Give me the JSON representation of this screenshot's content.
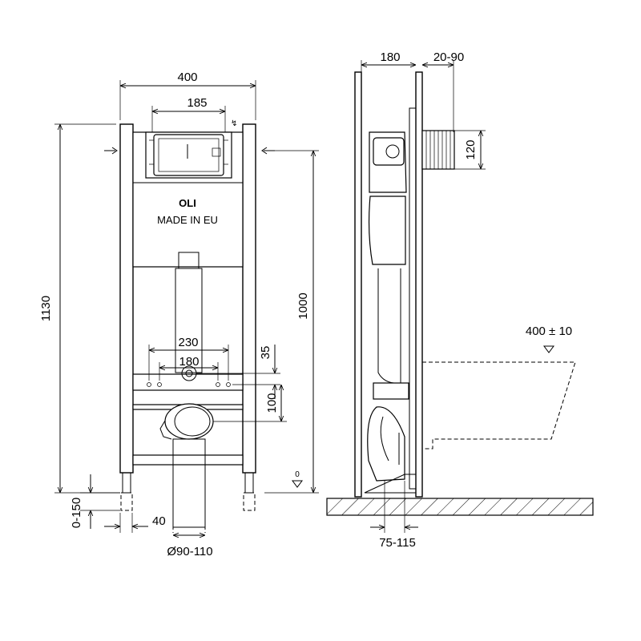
{
  "diagram": {
    "front_view": {
      "width_label": "400",
      "flush_plate_label": "185",
      "height_label": "1130",
      "inlet_height_label": "1000",
      "bolt_outer_label": "230",
      "bolt_inner_label": "180",
      "bolt_offset_label": "35",
      "drain_offset_label": "100",
      "foot_adjust_label": "0-150",
      "foot_label": "40",
      "drain_diameter_label": "Ø90-110",
      "floor_marker_label": "0",
      "brand_label": "OLI",
      "made_in_label": "MADE IN EU"
    },
    "side_view": {
      "depth_label": "180",
      "wall_offset_label": "20-90",
      "inlet_label": "120",
      "bowl_height_label": "400 ± 10",
      "drain_range_label": "75-115"
    }
  }
}
